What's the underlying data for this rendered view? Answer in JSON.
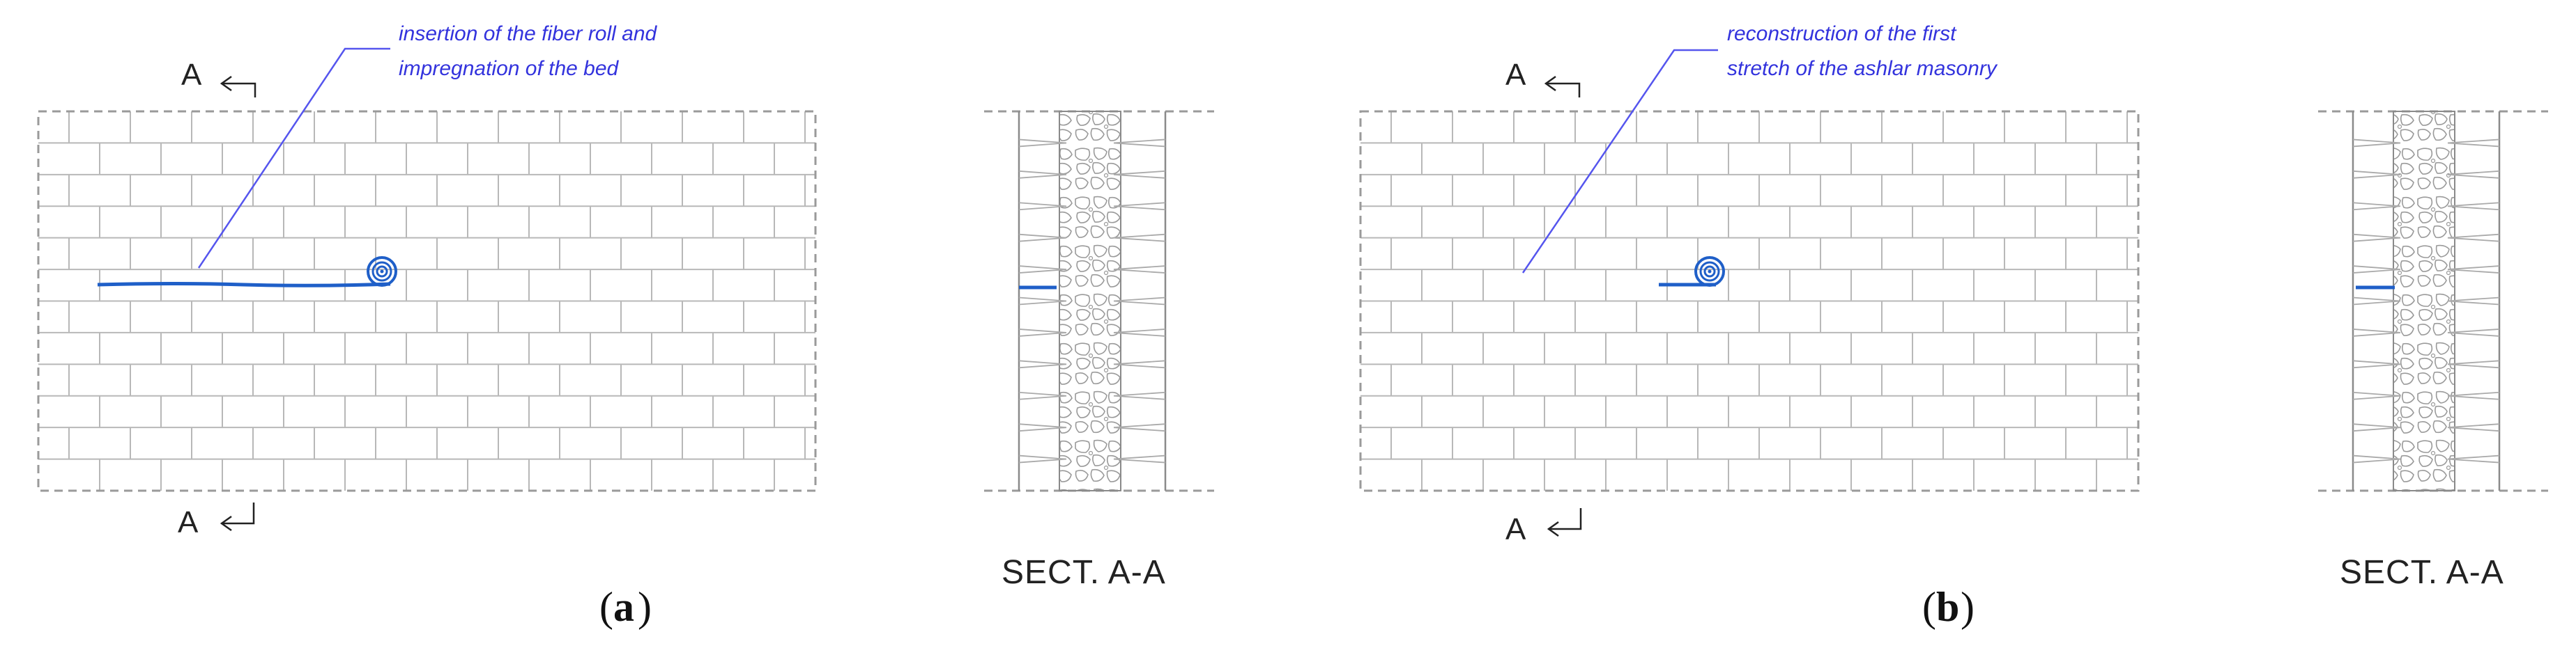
{
  "panels": [
    {
      "id": "a",
      "note_line1": "insertion of the fiber roll and",
      "note_line2": "impregnation of the bed",
      "section_mark_top": "A",
      "section_mark_bottom": "A",
      "section_label": "SECT. A-A",
      "letter": "a"
    },
    {
      "id": "b",
      "note_line1": "reconstruction of the first",
      "note_line2": "stretch of the ashlar masonry",
      "section_mark_top": "A",
      "section_mark_bottom": "A",
      "section_label": "SECT. A-A",
      "letter": "b"
    }
  ],
  "colors": {
    "fiber": "#1f5fc8",
    "leader": "#5555ee",
    "note": "#3333dd",
    "brick": "#b8b8b8",
    "border": "#9a9a9a",
    "rubble": "#9a9a9a"
  }
}
